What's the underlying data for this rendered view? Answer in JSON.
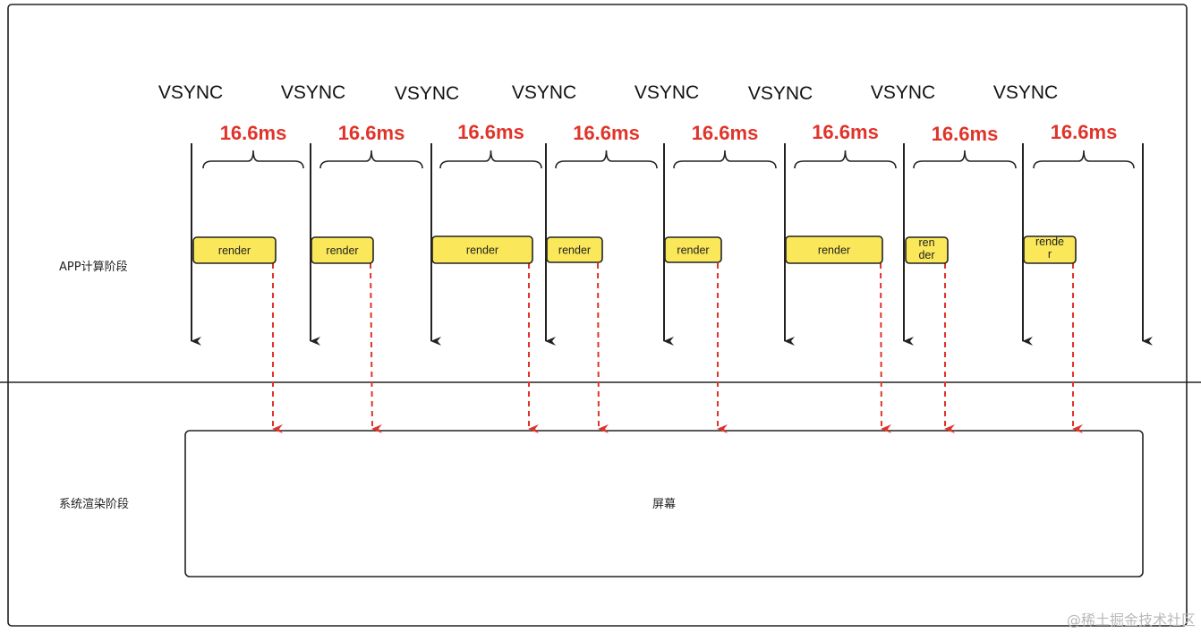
{
  "vsync_label": "VSYNC",
  "interval_label": "16.6ms",
  "app_stage_label": "APP计算阶段",
  "system_stage_label": "系统渲染阶段",
  "screen_label": "屏幕",
  "watermark": "@稀土掘金技术社区",
  "vsync_count": 8,
  "render_blocks": [
    {
      "lines": [
        "render"
      ]
    },
    {
      "lines": [
        "render"
      ]
    },
    {
      "lines": [
        "render"
      ]
    },
    {
      "lines": [
        "render"
      ]
    },
    {
      "lines": [
        "render"
      ]
    },
    {
      "lines": [
        "render"
      ]
    },
    {
      "lines": [
        "ren",
        "der"
      ]
    },
    {
      "lines": [
        "rende",
        "r"
      ]
    }
  ],
  "colors": {
    "interval_text": "#e0342a",
    "render_fill": "#fbe85a",
    "arrow_dashed": "#e0342a",
    "line": "#222222"
  }
}
